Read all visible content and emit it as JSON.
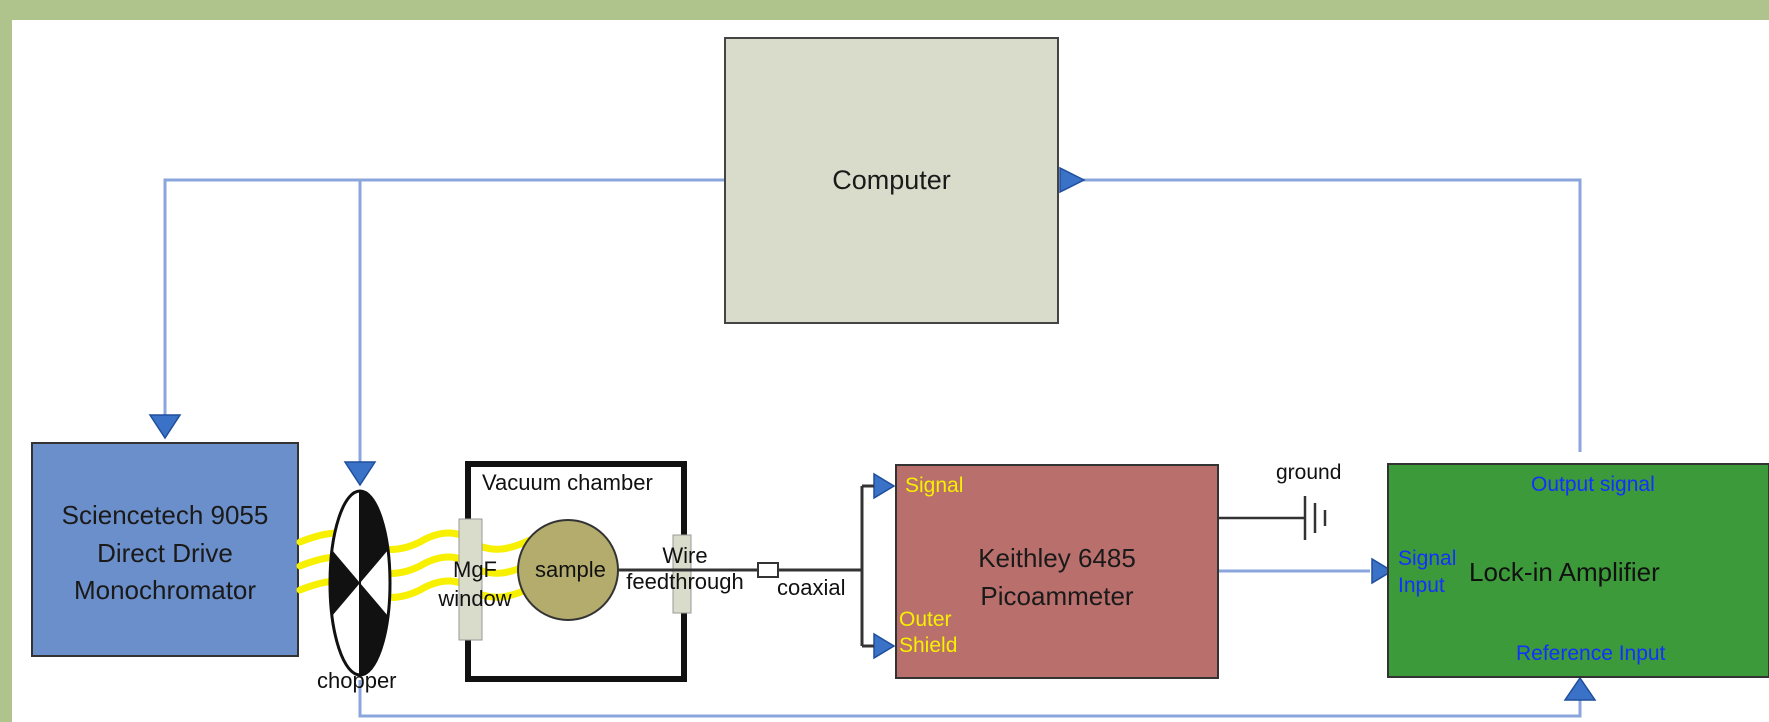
{
  "diagram": {
    "computer": {
      "label": "Computer"
    },
    "monochromator": {
      "line1": "Sciencetech 9055",
      "line2": "Direct Drive",
      "line3": "Monochromator"
    },
    "chopper": {
      "label": "chopper"
    },
    "vacuum_chamber": {
      "label": "Vacuum chamber"
    },
    "window": {
      "line1": "MgF",
      "line2": "window"
    },
    "sample": {
      "label": "sample"
    },
    "feedthrough": {
      "line1": "Wire",
      "line2": "feedthrough"
    },
    "coaxial": {
      "label": "coaxial"
    },
    "picoammeter": {
      "line1": "Keithley 6485",
      "line2": "Picoammeter",
      "signal_port": "Signal",
      "outer_shield_line1": "Outer",
      "outer_shield_line2": "Shield"
    },
    "ground": {
      "label": "ground"
    },
    "lockin": {
      "label": "Lock-in Amplifier",
      "output_port": "Output signal",
      "signal_input_line1": "Signal",
      "signal_input_line2": "Input",
      "reference_port": "Reference Input"
    }
  },
  "colors": {
    "background": "#aec48c",
    "canvas": "#ffffff",
    "computer_fill": "#d9dccb",
    "monochromator_fill": "#6b8fca",
    "picoammeter_fill": "#b96f6c",
    "lockin_fill": "#3c9a3a",
    "sample_fill": "#b3ac6c",
    "connector_line": "#8aa6dc",
    "light_beam": "#f7f000",
    "port_label_yellow": "#f7f000",
    "port_label_blue": "#1230ff"
  }
}
